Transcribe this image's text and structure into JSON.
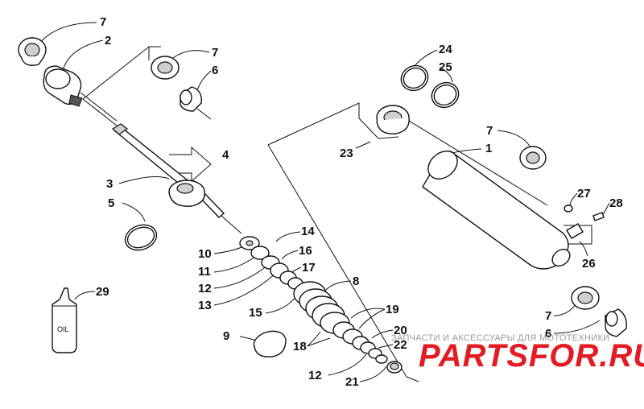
{
  "callouts": {
    "c7a": "7",
    "c2": "2",
    "c7b": "7",
    "c6a": "6",
    "c4": "4",
    "c3": "3",
    "c5": "5",
    "c24": "24",
    "c25": "25",
    "c23": "23",
    "c7c": "7",
    "c1": "1",
    "c27": "27",
    "c28": "28",
    "c26": "26",
    "c14": "14",
    "c10": "10",
    "c16": "16",
    "c11": "11",
    "c17": "17",
    "c12a": "12",
    "c8": "8",
    "c13": "13",
    "c15": "15",
    "c19": "19",
    "c9": "9",
    "c18": "18",
    "c20": "20",
    "c22": "22",
    "c12b": "12",
    "c21": "21",
    "c29": "29",
    "c7d": "7",
    "c6b": "6"
  },
  "bottle_label": "OIL",
  "watermark": {
    "tagline": "ЗАПЧАСТИ И АКСЕССУАРЫ ДЛЯ МОТОТЕХНИКИ",
    "logo": "PARTSFOR.RU",
    "logo_color": "#e31b23"
  }
}
